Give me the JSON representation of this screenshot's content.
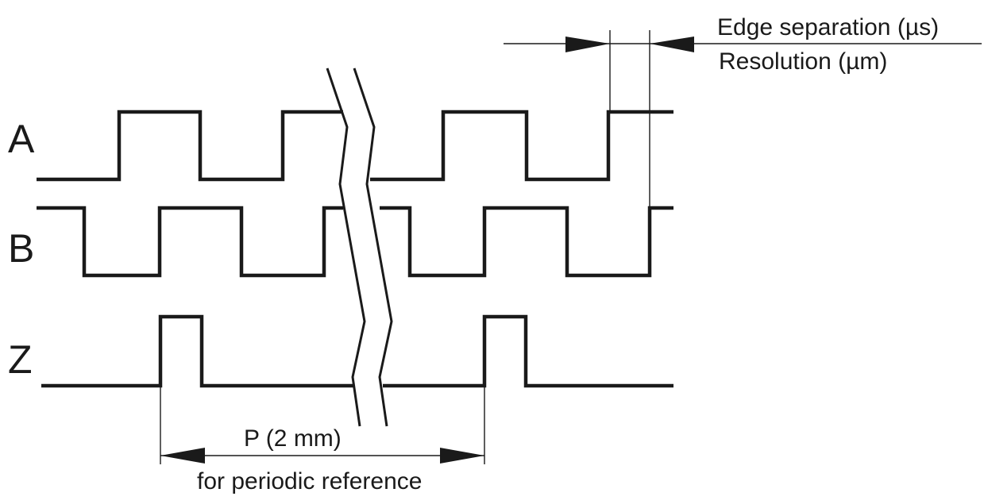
{
  "channels": {
    "a_label": "A",
    "b_label": "B",
    "z_label": "Z"
  },
  "edge_annotation": {
    "upper": "Edge separation (µs)",
    "lower": "Resolution (µm)"
  },
  "period_annotation": {
    "label": "P (2 mm)",
    "caption": "for periodic reference"
  }
}
